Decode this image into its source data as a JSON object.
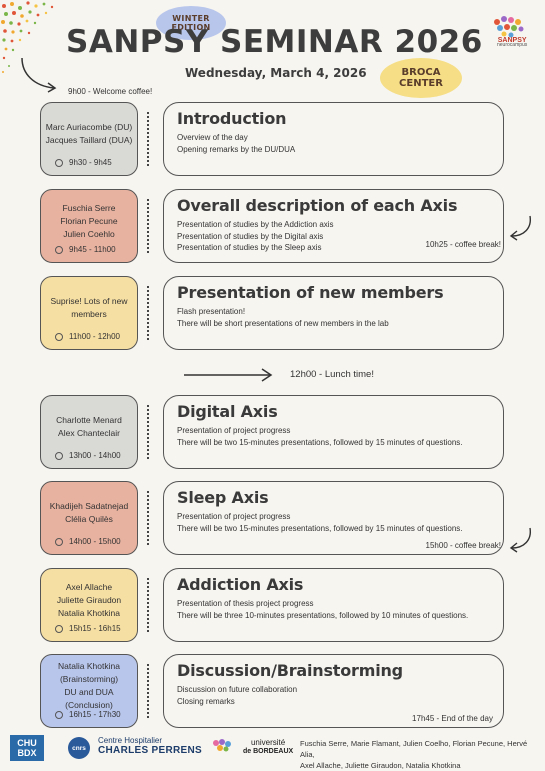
{
  "header": {
    "winter_line1": "WINTER",
    "winter_line2": "EDITION",
    "title": "SANPSY SEMINAR 2026",
    "date": "Wednesday, March 4, 2026",
    "location_line1": "BROCA",
    "location_line2": "CENTER",
    "logo_text": "SANPSY",
    "logo_subtext": "neurocampus"
  },
  "welcome": "9h00 - Welcome coffee!",
  "sessions": [
    {
      "speakers": [
        "Marc Auriacombe (DU)",
        "Jacques Taillard (DUA)"
      ],
      "time": "9h30 - 9h45",
      "color": "#d9d9d6",
      "title": "Introduction",
      "lines": [
        "Overview of the day",
        "Opening remarks by the DU/DUA"
      ],
      "note": ""
    },
    {
      "speakers": [
        "Fuschia Serre",
        "Florian Pecune",
        "Julien Coehlo"
      ],
      "time": "9h45 - 11h00",
      "color": "#e8b2a0",
      "title": "Overall description of each Axis",
      "lines": [
        "Presentation of studies by the Addiction axis",
        "Presentation of studies by the Digital axis",
        "Presentation of studies by the Sleep axis"
      ],
      "note": "10h25 - coffee break!"
    },
    {
      "speakers": [
        "Suprise! Lots of new",
        "members"
      ],
      "time": "11h00 - 12h00",
      "color": "#f6dfa3",
      "title": "Presentation of new members",
      "lines": [
        "Flash presentation!",
        "There will be short presentations of new members in the lab"
      ],
      "note": ""
    },
    {
      "speakers": [
        "Charlotte Menard",
        "Alex Chanteclair"
      ],
      "time": "13h00 - 14h00",
      "color": "#d9d9d6",
      "title": "Digital Axis",
      "lines": [
        "Presentation of project progress",
        "There will be two 15-minutes presentations, followed by 15 minutes of questions."
      ],
      "note": ""
    },
    {
      "speakers": [
        "Khadijeh Sadatnejad",
        "Clélia Quilès"
      ],
      "time": "14h00 - 15h00",
      "color": "#e8b2a0",
      "title": "Sleep Axis",
      "lines": [
        "Presentation of project progress",
        "There will be two 15-minutes presentations, followed by 15 minutes of questions."
      ],
      "note": "15h00 - coffee break!"
    },
    {
      "speakers": [
        "Axel Allache",
        "Juliette Giraudon",
        "Natalia Khotkina"
      ],
      "time": "15h15 - 16h15",
      "color": "#f6dfa3",
      "title": "Addiction Axis",
      "lines": [
        "Presentation of thesis project progress",
        "There will be three 10-minutes presentations, followed by 10 minutes of questions."
      ],
      "note": ""
    },
    {
      "speakers": [
        "Natalia Khotkina",
        "(Brainstorming)",
        "DU and DUA",
        "(Conclusion)"
      ],
      "time": "16h15 - 17h30",
      "color": "#b9c6ec",
      "title": "Discussion/Brainstorming",
      "lines": [
        "Discussion on future collaboration",
        "Closing remarks"
      ],
      "note": "17h45 - End of the day"
    }
  ],
  "lunch": "12h00 - Lunch time!",
  "footer": {
    "chu_line1": "CHU",
    "chu_line2": "BDX",
    "cnrs": "cnrs",
    "cp_line1": "Centre Hospitalier",
    "cp_line2": "CHARLES PERRENS",
    "ub_line1": "université",
    "ub_line2": "de BORDEAUX",
    "credits_line1": "Fuschia Serre, Marie Flamant, Julien Coelho, Florian Pecune, Hervé Alia,",
    "credits_line2": "Axel Allache, Juliette Giraudon, Natalia Khotkina"
  }
}
